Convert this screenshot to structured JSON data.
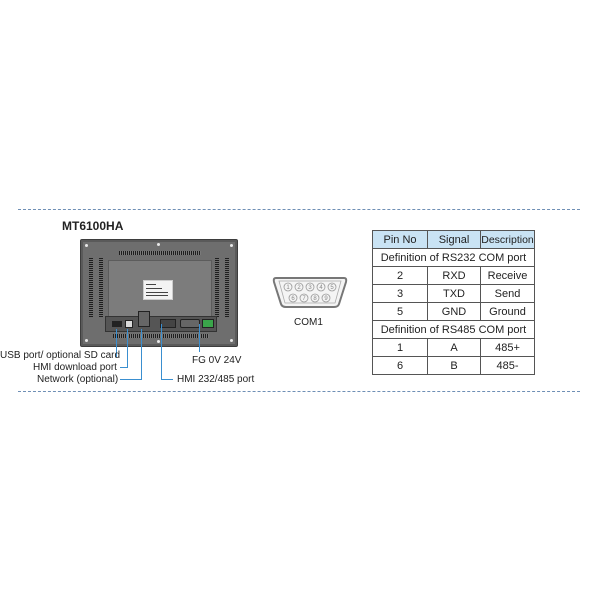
{
  "model": {
    "title": "MT6100HA"
  },
  "device_labels": {
    "usb": "USB port/ optional SD card",
    "download": "HMI download port",
    "network": "Network (optional)",
    "power": "FG 0V 24V",
    "serial": "HMI 232/485 port"
  },
  "connector": {
    "name": "COM1",
    "top_pins": [
      "1",
      "2",
      "3",
      "4",
      "5"
    ],
    "bottom_pins": [
      "6",
      "7",
      "8",
      "9"
    ]
  },
  "pin_table": {
    "headers": [
      "Pin No",
      "Signal",
      "Description"
    ],
    "sections": [
      {
        "title": "Definition of RS232 COM port",
        "rows": [
          [
            "2",
            "RXD",
            "Receive"
          ],
          [
            "3",
            "TXD",
            "Send"
          ],
          [
            "5",
            "GND",
            "Ground"
          ]
        ]
      },
      {
        "title": "Definition of RS485 COM port",
        "rows": [
          [
            "1",
            "A",
            "485+"
          ],
          [
            "6",
            "B",
            "485-"
          ]
        ]
      }
    ]
  },
  "colors": {
    "leader_line": "#3a8fd0",
    "table_header_bg": "#c9e3f4",
    "divider": "#6f8fb5"
  }
}
